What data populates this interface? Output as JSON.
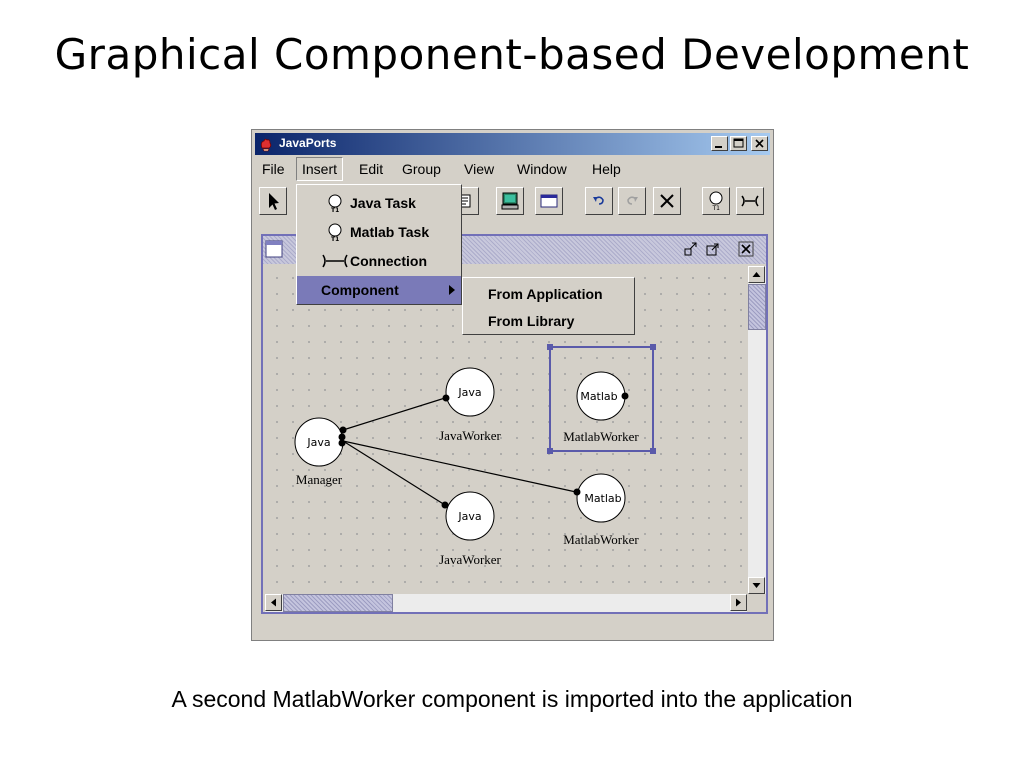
{
  "slide": {
    "title": "Graphical Component-based Development",
    "caption": "A second MatlabWorker component is imported into the application"
  },
  "window": {
    "title": "JavaPorts",
    "controls": [
      "minimize-icon",
      "maximize-icon",
      "close-icon"
    ]
  },
  "menubar": {
    "items": [
      {
        "label": "File",
        "active": false
      },
      {
        "label": "Insert",
        "active": true
      },
      {
        "label": "Edit",
        "active": false
      },
      {
        "label": "Group",
        "active": false
      },
      {
        "label": "View",
        "active": false
      },
      {
        "label": "Window",
        "active": false
      },
      {
        "label": "Help",
        "active": false
      }
    ]
  },
  "toolbar": {
    "buttons": [
      "pointer-icon",
      "print-icon",
      "computer-icon",
      "window-icon",
      "undo-icon",
      "redo-icon",
      "delete-icon",
      "task-icon",
      "connection-icon"
    ]
  },
  "insert_menu": {
    "items": [
      {
        "label": "Java Task",
        "icon": "task-icon"
      },
      {
        "label": "Matlab Task",
        "icon": "task-icon"
      },
      {
        "label": "Connection",
        "icon": "connection-icon"
      },
      {
        "label": "Component",
        "icon": "submenu-arrow-icon",
        "selected": true
      }
    ]
  },
  "component_submenu": {
    "items": [
      "From Application",
      "From Library"
    ]
  },
  "diagram": {
    "nodes": [
      {
        "id": "manager",
        "text": "Java",
        "label": "Manager"
      },
      {
        "id": "javaworker1",
        "text": "Java",
        "label": "JavaWorker"
      },
      {
        "id": "javaworker2",
        "text": "Java",
        "label": "JavaWorker"
      },
      {
        "id": "matlabworker1",
        "text": "Matlab",
        "label": "MatlabWorker",
        "selected": true
      },
      {
        "id": "matlabworker2",
        "text": "Matlab",
        "label": "MatlabWorker"
      }
    ]
  },
  "colors": {
    "title_bar_start": "#0a246a",
    "title_bar_end": "#a6caf0",
    "menu_highlight": "#7a7ab8",
    "frame_border": "#7270b8",
    "selection": "#5a5aaa"
  }
}
